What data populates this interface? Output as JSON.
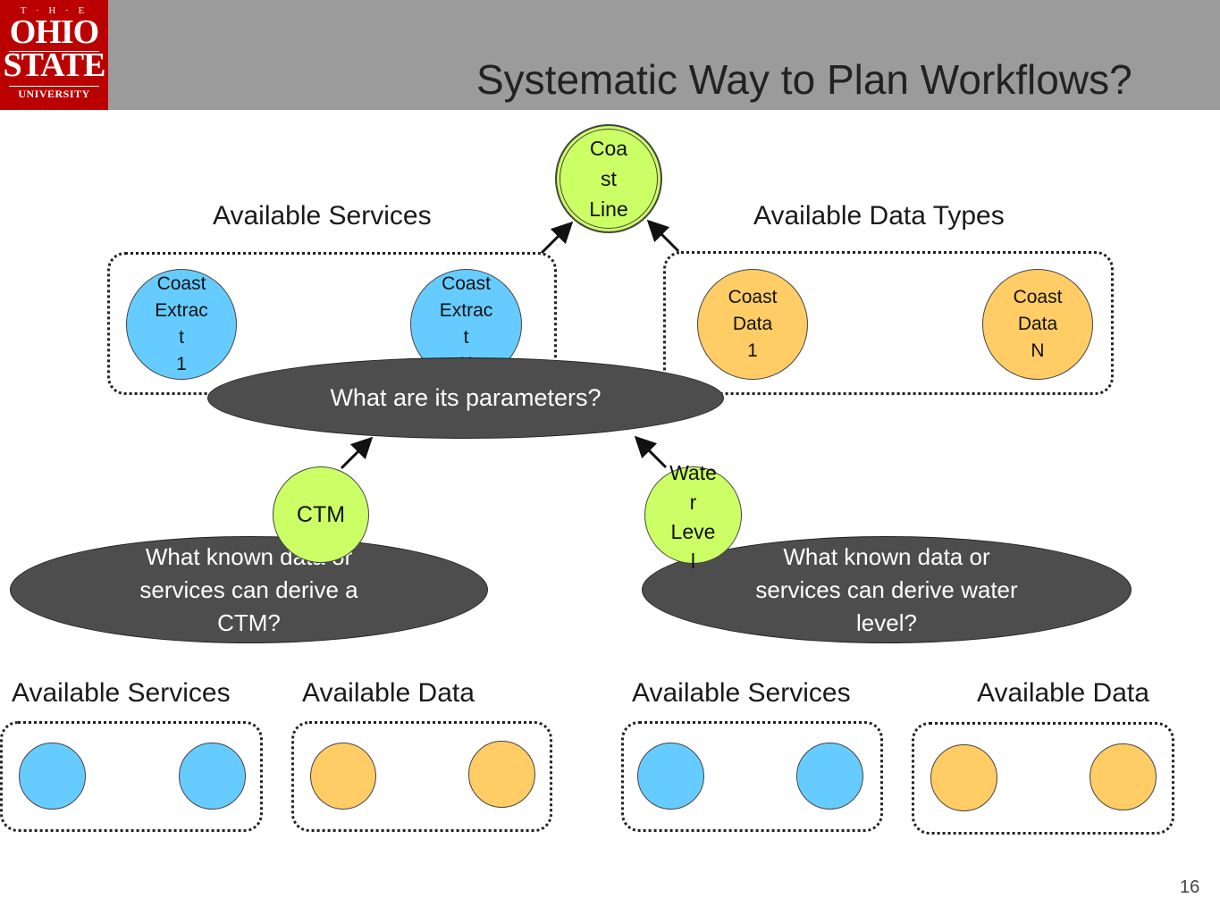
{
  "logo": {
    "the": "T · H · E",
    "ohio": "OHIO",
    "state": "STATE",
    "university": "UNIVERSITY"
  },
  "title": "Systematic Way to Plan Workflows?",
  "top_labels": {
    "services": "Available Services",
    "data_types": "Available Data Types"
  },
  "goal_node": {
    "text": "Coa\nst\nLine",
    "color": "#ccff66"
  },
  "service_nodes": [
    {
      "text": "Coast\nExtrac\nt\n1"
    },
    {
      "text": "Coast\nExtrac\nt\nK"
    }
  ],
  "data_nodes": [
    {
      "text": "Coast\nData\n1"
    },
    {
      "text": "Coast\nData\nN"
    }
  ],
  "question_parameters": "What are its parameters?",
  "param_nodes": {
    "ctm": "CTM",
    "water_level": "Wate\nr\nLeve\nl"
  },
  "question_ctm": "What known data or\nservices can derive a\nCTM?",
  "question_water": "What known data or\nservices can derive water\nlevel?",
  "bottom_labels": [
    "Available Services",
    "Available Data",
    "Available Services",
    "Available Data"
  ],
  "colors": {
    "service": "#66ccff",
    "data": "#ffcc66",
    "parameter": "#ccff66",
    "question": "#4d4d4d",
    "header": "#9b9b9b",
    "brand": "#bb0000"
  },
  "page_number": "16"
}
